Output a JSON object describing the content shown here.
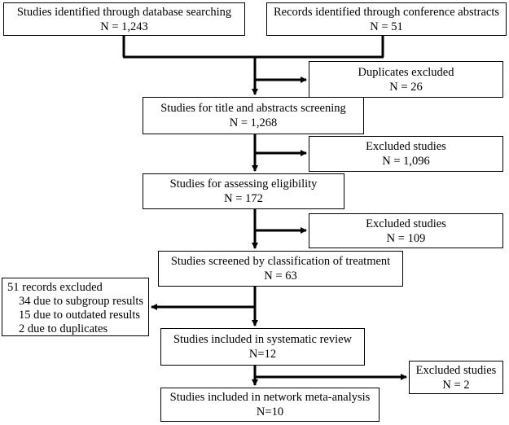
{
  "boxes": {
    "database": {
      "title": "Studies identified through database searching",
      "n": "N = 1,243"
    },
    "conference": {
      "title": "Records identified through conference abstracts",
      "n": "N = 51"
    },
    "duplicates": {
      "title": "Duplicates excluded",
      "n": "N = 26"
    },
    "title_screening": {
      "title": "Studies for title and abstracts screening",
      "n": "N = 1,268"
    },
    "excluded_1": {
      "title": "Excluded studies",
      "n": "N = 1,096"
    },
    "eligibility": {
      "title": "Studies for assessing eligibility",
      "n": "N = 172"
    },
    "excluded_2": {
      "title": "Excluded studies",
      "n": "N = 109"
    },
    "classification": {
      "title": "Studies screened by classification of treatment",
      "n": "N = 63"
    },
    "records_excluded": {
      "title": "51 records excluded",
      "lines": [
        "34 due to subgroup results",
        "15 due to outdated results",
        "2 due to duplicates"
      ]
    },
    "systematic_review": {
      "title": "Studies included in systematic review",
      "n": "N=12"
    },
    "excluded_3": {
      "title": "Excluded studies",
      "n": "N = 2"
    },
    "network_meta": {
      "title": "Studies included in network meta-analysis",
      "n": "N=10"
    }
  }
}
